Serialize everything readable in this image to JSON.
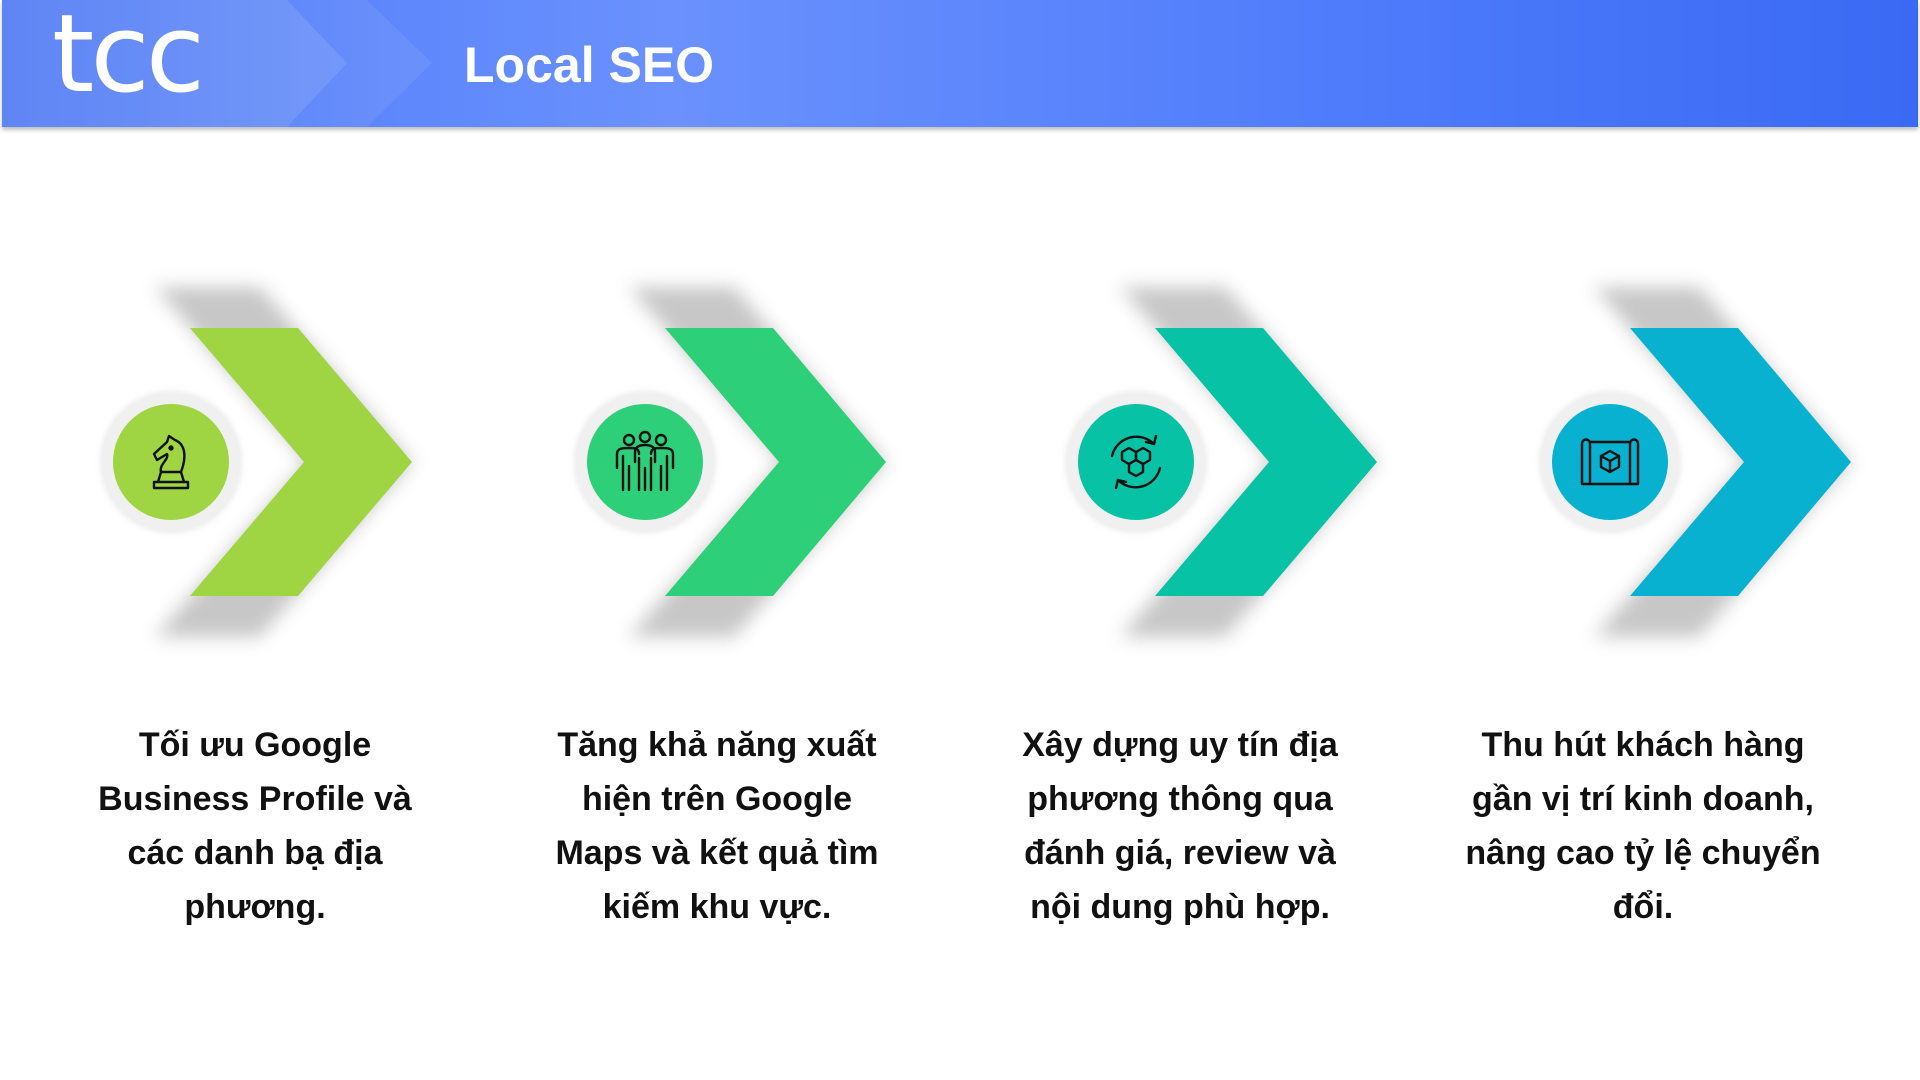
{
  "header": {
    "logo_text": "tcc",
    "title": "Local SEO"
  },
  "steps": [
    {
      "color": "#9fd442",
      "icon": "chess-knight-icon",
      "text": "Tối ưu Google Business Profile và các danh bạ địa phương."
    },
    {
      "color": "#2dcf79",
      "icon": "team-group-icon",
      "text": "Tăng khả năng xuất hiện trên Google Maps và kết quả tìm kiếm khu vực."
    },
    {
      "color": "#07c2a4",
      "icon": "refresh-hexagons-icon",
      "text": "Xây dựng uy tín địa phương thông qua đánh giá, review và nội dung phù hợp."
    },
    {
      "color": "#07b1cf",
      "icon": "map-box-icon",
      "text": "Thu hút khách hàng gần vị trí kinh doanh, nâng cao tỷ lệ chuyển đổi."
    }
  ]
}
